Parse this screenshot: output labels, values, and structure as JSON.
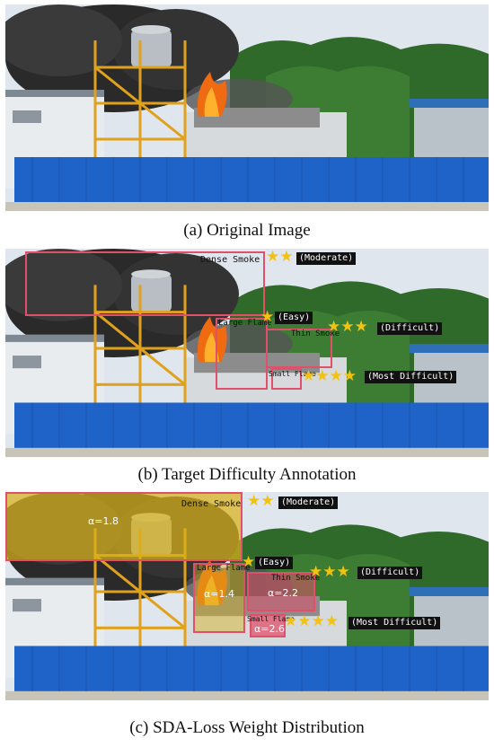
{
  "captions": {
    "a": "(a) Original Image",
    "b": "(b) Target Difficulty Annotation",
    "c": "(c) SDA-Loss Weight Distribution"
  },
  "annotations": {
    "dense_smoke": {
      "label": "Dense Smoke",
      "stars": "★★",
      "difficulty": "(Moderate)"
    },
    "large_flame": {
      "label": "Large Flame",
      "stars": "★",
      "difficulty": "(Easy)"
    },
    "thin_smoke": {
      "label": "Thin Smoke",
      "stars": "★★★",
      "difficulty": "(Difficult)"
    },
    "small_flame": {
      "label": "Small Flame",
      "stars": "★★★★",
      "difficulty": "(Most Difficult)"
    }
  },
  "weights": {
    "dense_smoke": "α=1.8",
    "large_flame": "α=1.4",
    "thin_smoke": "α=2.2",
    "small_flame": "α=2.6"
  },
  "colors": {
    "box": "#e0506a",
    "star": "#f2c20f",
    "fence": "#1f63c9",
    "scaffold": "#e0a21c",
    "flame": "#f06a12",
    "tree": "#2f6a2a",
    "weight_overlay": "#d8b21a"
  }
}
